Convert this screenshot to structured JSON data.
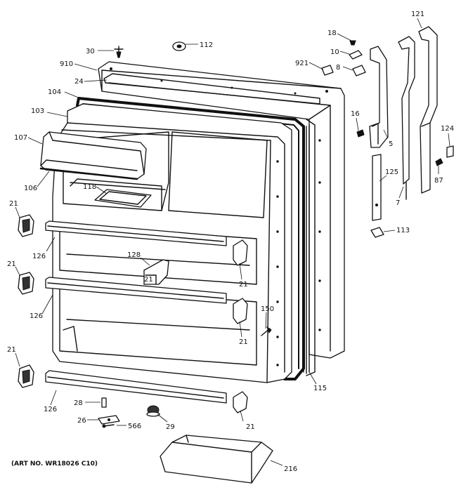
{
  "caption": "(ART NO. WR18026 C10)",
  "labels": {
    "p30": "30",
    "p112": "112",
    "p910": "910",
    "p24": "24",
    "p104": "104",
    "p103": "103",
    "p107": "107",
    "p106": "106",
    "p118": "118",
    "p21a": "21",
    "p126a": "126",
    "p128": "128",
    "p21b": "21",
    "p21c": "21",
    "p126b": "126",
    "p21d": "21",
    "p150": "150",
    "p21e": "21",
    "p21f": "21",
    "p126c": "126",
    "p28": "28",
    "p26": "26",
    "p566": "566",
    "p29": "29",
    "p21g": "21",
    "p216": "216",
    "p115": "115",
    "p18": "18",
    "p121": "121",
    "p10": "10",
    "p921": "921",
    "p8": "8",
    "p16": "16",
    "p5": "5",
    "p124": "124",
    "p125": "125",
    "p87": "87",
    "p7": "7",
    "p113": "113"
  }
}
